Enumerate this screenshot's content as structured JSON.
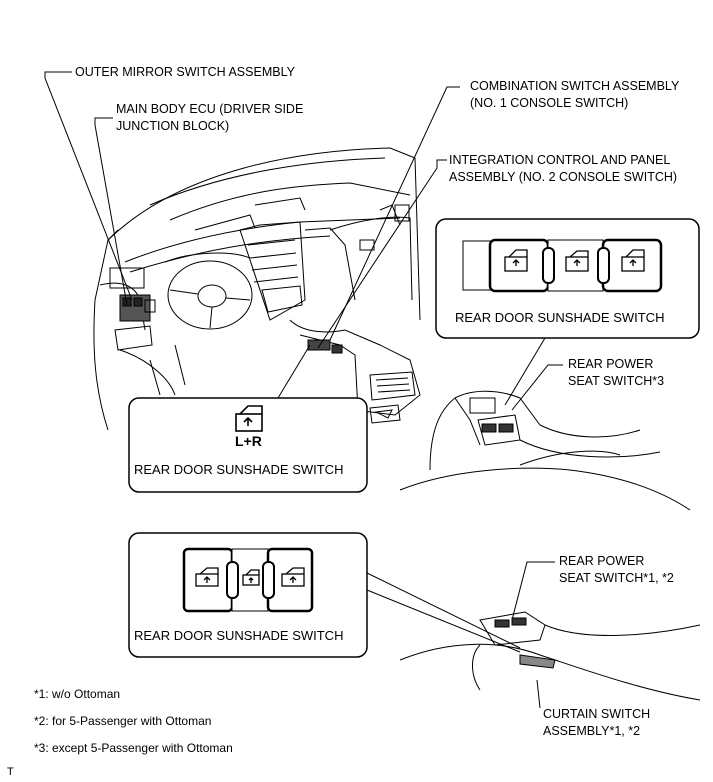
{
  "labels": {
    "outer_mirror": "OUTER MIRROR SWITCH ASSEMBLY",
    "main_body_ecu": "MAIN BODY ECU (DRIVER SIDE\nJUNCTION BLOCK)",
    "combination_switch": "COMBINATION SWITCH ASSEMBLY\n(NO. 1 CONSOLE SWITCH)",
    "integration_control": "INTEGRATION CONTROL AND PANEL\nASSEMBLY (NO. 2 CONSOLE SWITCH)",
    "rear_power_seat_1": "REAR POWER\nSEAT SWITCH*3",
    "rear_power_seat_2": "REAR POWER\nSEAT SWITCH*1, *2",
    "curtain_switch": "CURTAIN SWITCH\nASSEMBLY*1, *2"
  },
  "callouts": {
    "top_right_caption": "REAR DOOR SUNSHADE SWITCH",
    "middle_left_caption": "REAR DOOR SUNSHADE SWITCH",
    "middle_left_switch_text": "L+R",
    "bottom_left_caption": "REAR DOOR SUNSHADE SWITCH"
  },
  "footnotes": [
    "*1: w/o Ottoman",
    "*2: for 5-Passenger with Ottoman",
    "*3: except 5-Passenger with Ottoman"
  ],
  "corner_mark": "T",
  "icons": [
    "sunshade-switch-icon",
    "leader-line",
    "dashboard-illustration",
    "rear-seat-illustration"
  ]
}
